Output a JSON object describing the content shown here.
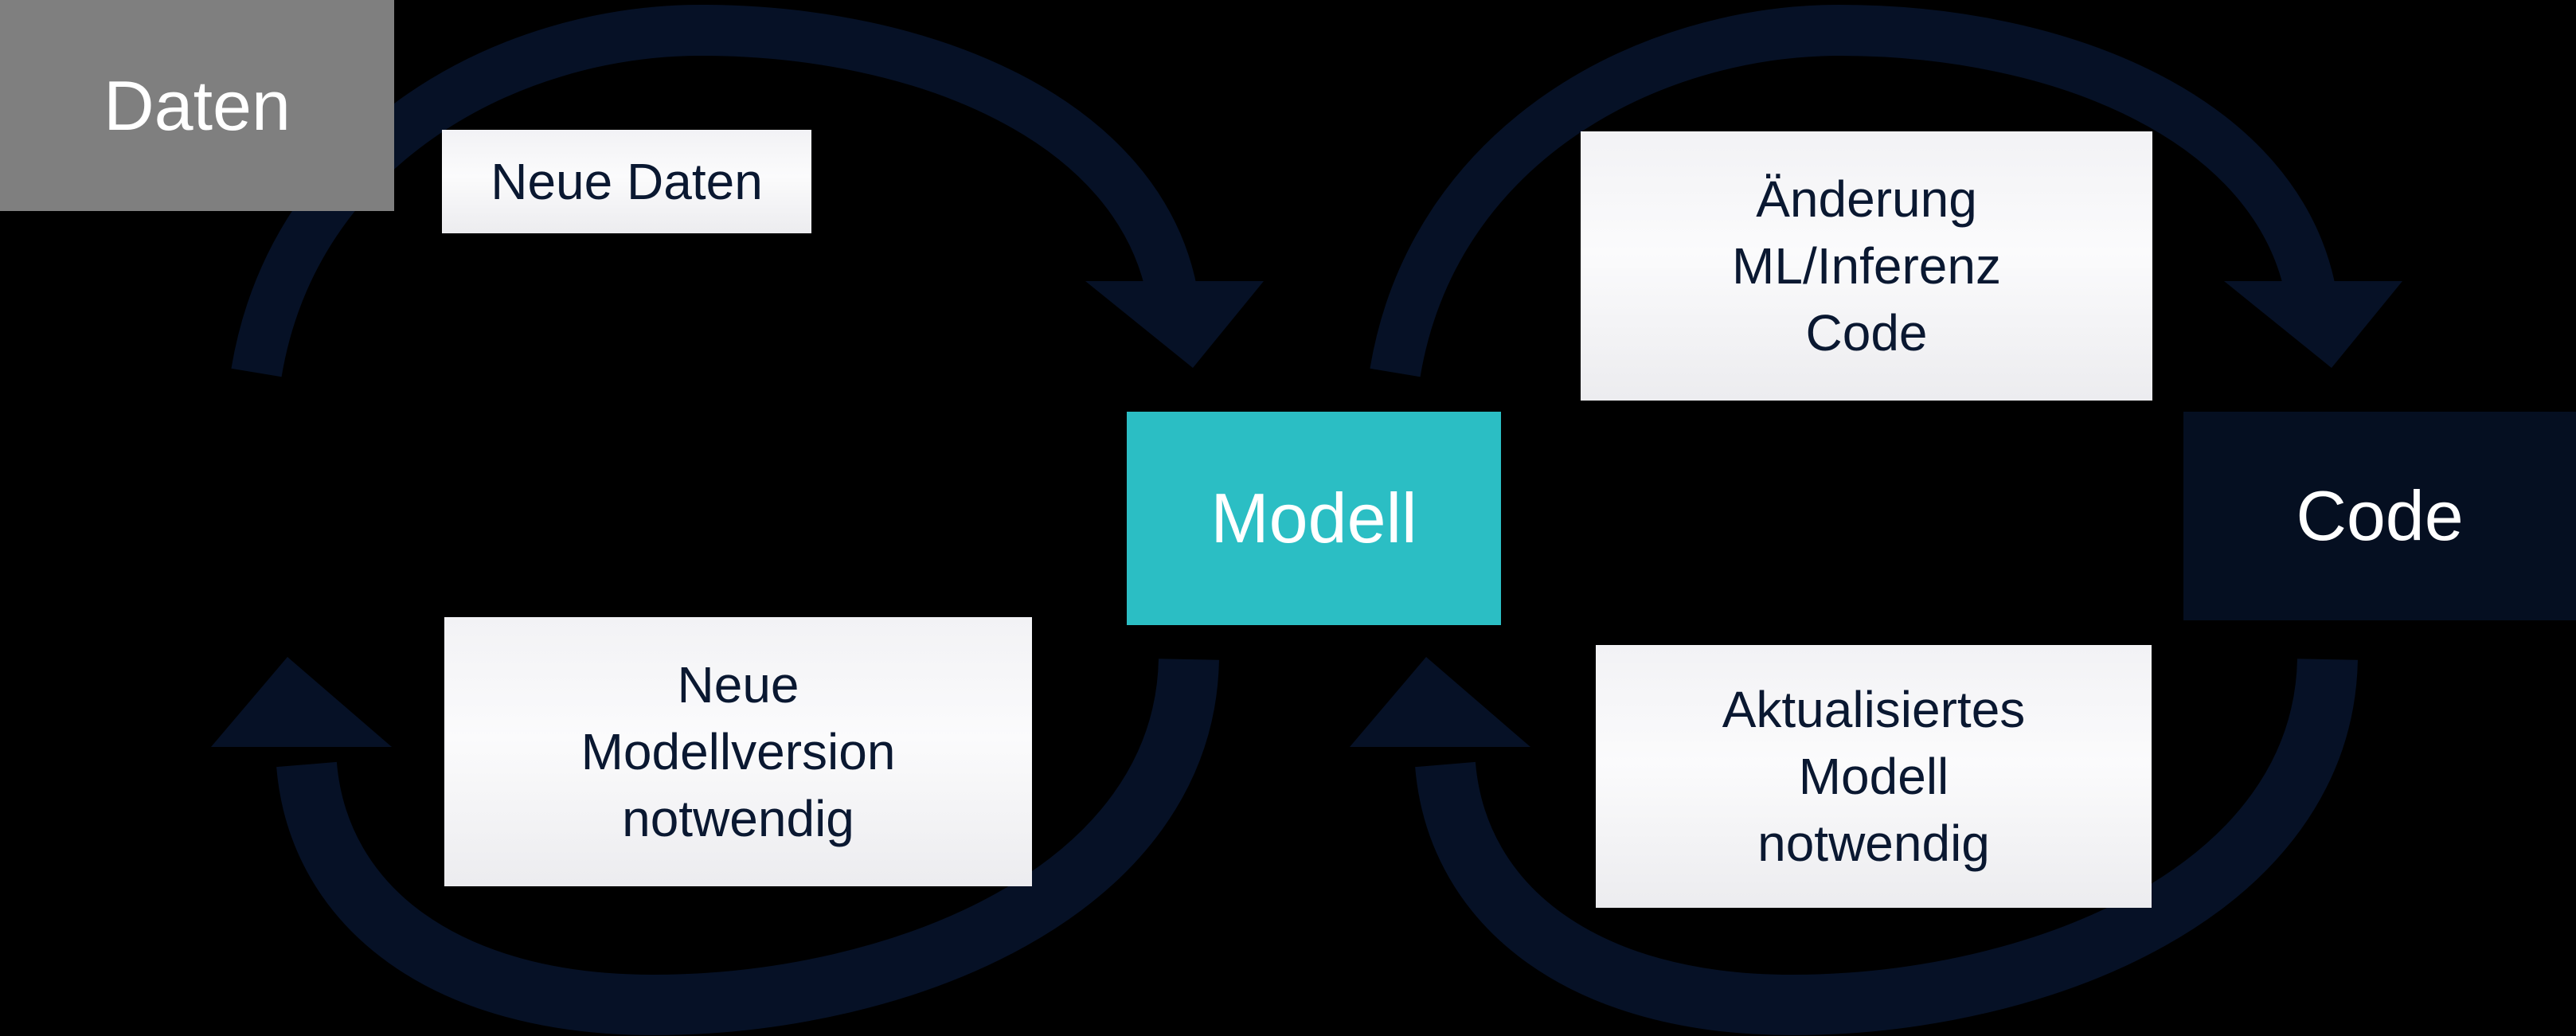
{
  "colors": {
    "background": "#000000",
    "arrow": "#061126",
    "node_daten_bg": "#7F7F7F",
    "node_modell_bg": "#2BBEC4",
    "node_code_bg": "#050F21",
    "node_text": "#FFFFFF",
    "label_text": "#0A1831",
    "label_bg_top": "#F2F2F5",
    "label_bg_mid": "#FBFBFC",
    "label_bg_bottom": "#ECECEF"
  },
  "nodes": {
    "daten": {
      "label": "Daten"
    },
    "modell": {
      "label": "Modell"
    },
    "code": {
      "label": "Code"
    }
  },
  "labels": {
    "neue_daten": {
      "lines": [
        "Neue Daten"
      ]
    },
    "aenderung": {
      "lines": [
        "Änderung",
        "ML/Inferenz",
        "Code"
      ]
    },
    "neue_modellversion": {
      "lines": [
        "Neue",
        "Modellversion",
        "notwendig"
      ]
    },
    "aktualisiertes": {
      "lines": [
        "Aktualisiertes",
        "Modell",
        "notwendig"
      ]
    }
  },
  "arrows": {
    "left_top": "daten-to-modell-cycle-arrow",
    "left_bottom": "modell-to-daten-cycle-arrow",
    "right_top": "modell-to-code-cycle-arrow",
    "right_bottom": "code-to-modell-cycle-arrow"
  }
}
